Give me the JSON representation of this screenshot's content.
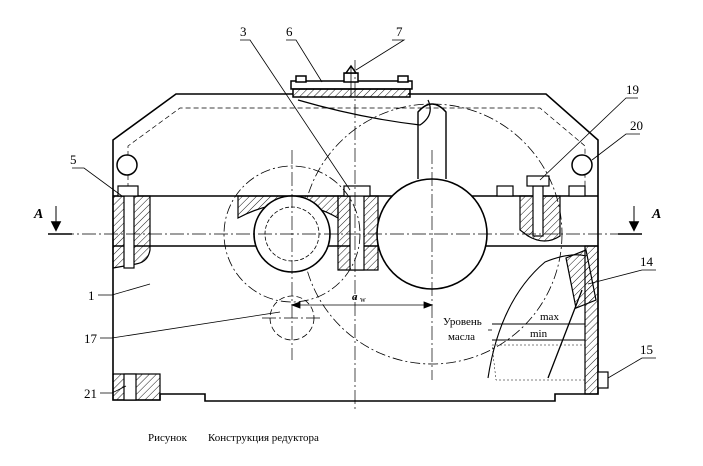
{
  "drawing": {
    "callouts": [
      "1",
      "3",
      "5",
      "6",
      "7",
      "14",
      "15",
      "17",
      "19",
      "20",
      "21"
    ],
    "section_mark": "A",
    "center_distance_label": "a",
    "center_distance_sub": "w",
    "oil_level_label_line1": "Уровень",
    "oil_level_label_line2": "масла",
    "oil_max_label": "max",
    "oil_min_label": "min"
  },
  "caption": {
    "label": "Рисунок",
    "title": "Конструкция редуктора"
  }
}
